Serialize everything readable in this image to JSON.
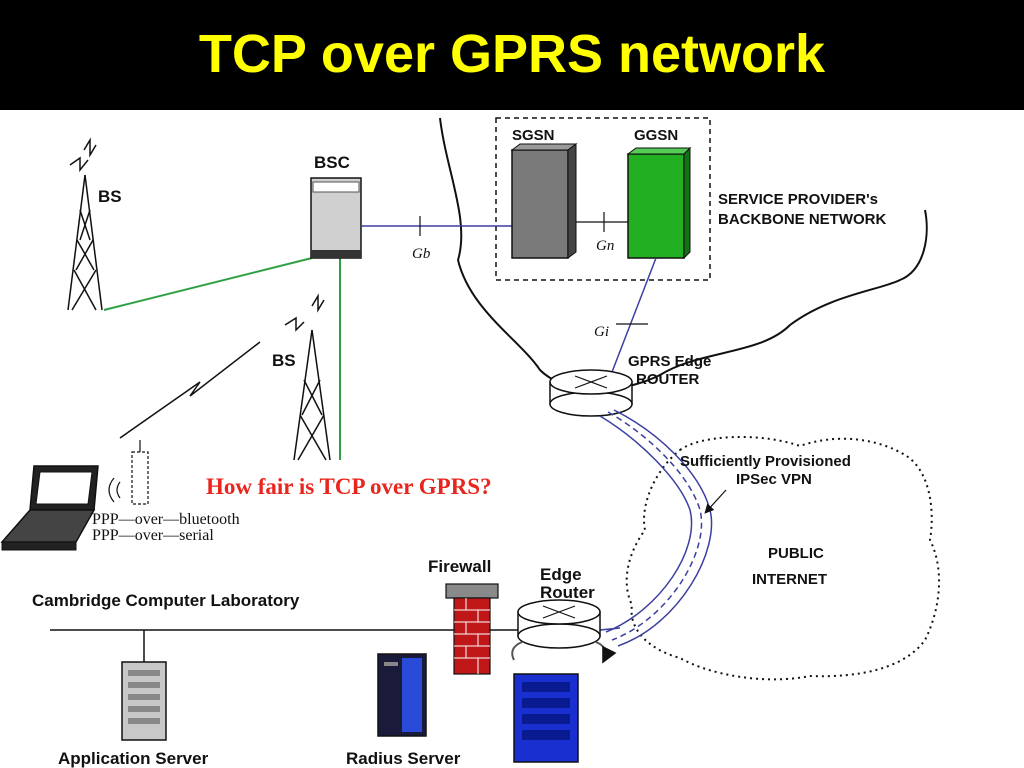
{
  "slide": {
    "title": "TCP over GPRS network",
    "question": "How fair is TCP over GPRS?"
  },
  "diagram": {
    "nodes": {
      "bs1": "BS",
      "bs2": "BS",
      "bsc": "BSC",
      "sgsn": "SGSN",
      "ggsn": "GGSN",
      "backbone_line1": "SERVICE PROVIDER's",
      "backbone_line2": "BACKBONE NETWORK",
      "edge_router_line1": "GPRS Edge",
      "edge_router_line2": "ROUTER",
      "vpn_line1": "Sufficiently Provisioned",
      "vpn_line2": "IPSec VPN",
      "internet_line1": "PUBLIC",
      "internet_line2": "INTERNET",
      "firewall": "Firewall",
      "lab_router_line1": "Edge",
      "lab_router_line2": "Router",
      "lab": "Cambridge Computer Laboratory",
      "app_server": "Application Server",
      "radius_server": "Radius Server",
      "ppp_line1": "PPP—over—bluetooth",
      "ppp_line2": "PPP—over—serial"
    },
    "interfaces": {
      "gb": "Gb",
      "gn": "Gn",
      "gi": "Gi"
    },
    "colors": {
      "title_bg": "#000000",
      "title_text": "#ffff00",
      "question_text": "#e8261e",
      "radio_link": "#2ea043",
      "backbone_link": "#3b3fa0",
      "ggsn_fill": "#22b022",
      "sgsn_fill": "#7a7a7a",
      "firewall_fill": "#c01818",
      "server_blue": "#1a2fd0"
    }
  }
}
